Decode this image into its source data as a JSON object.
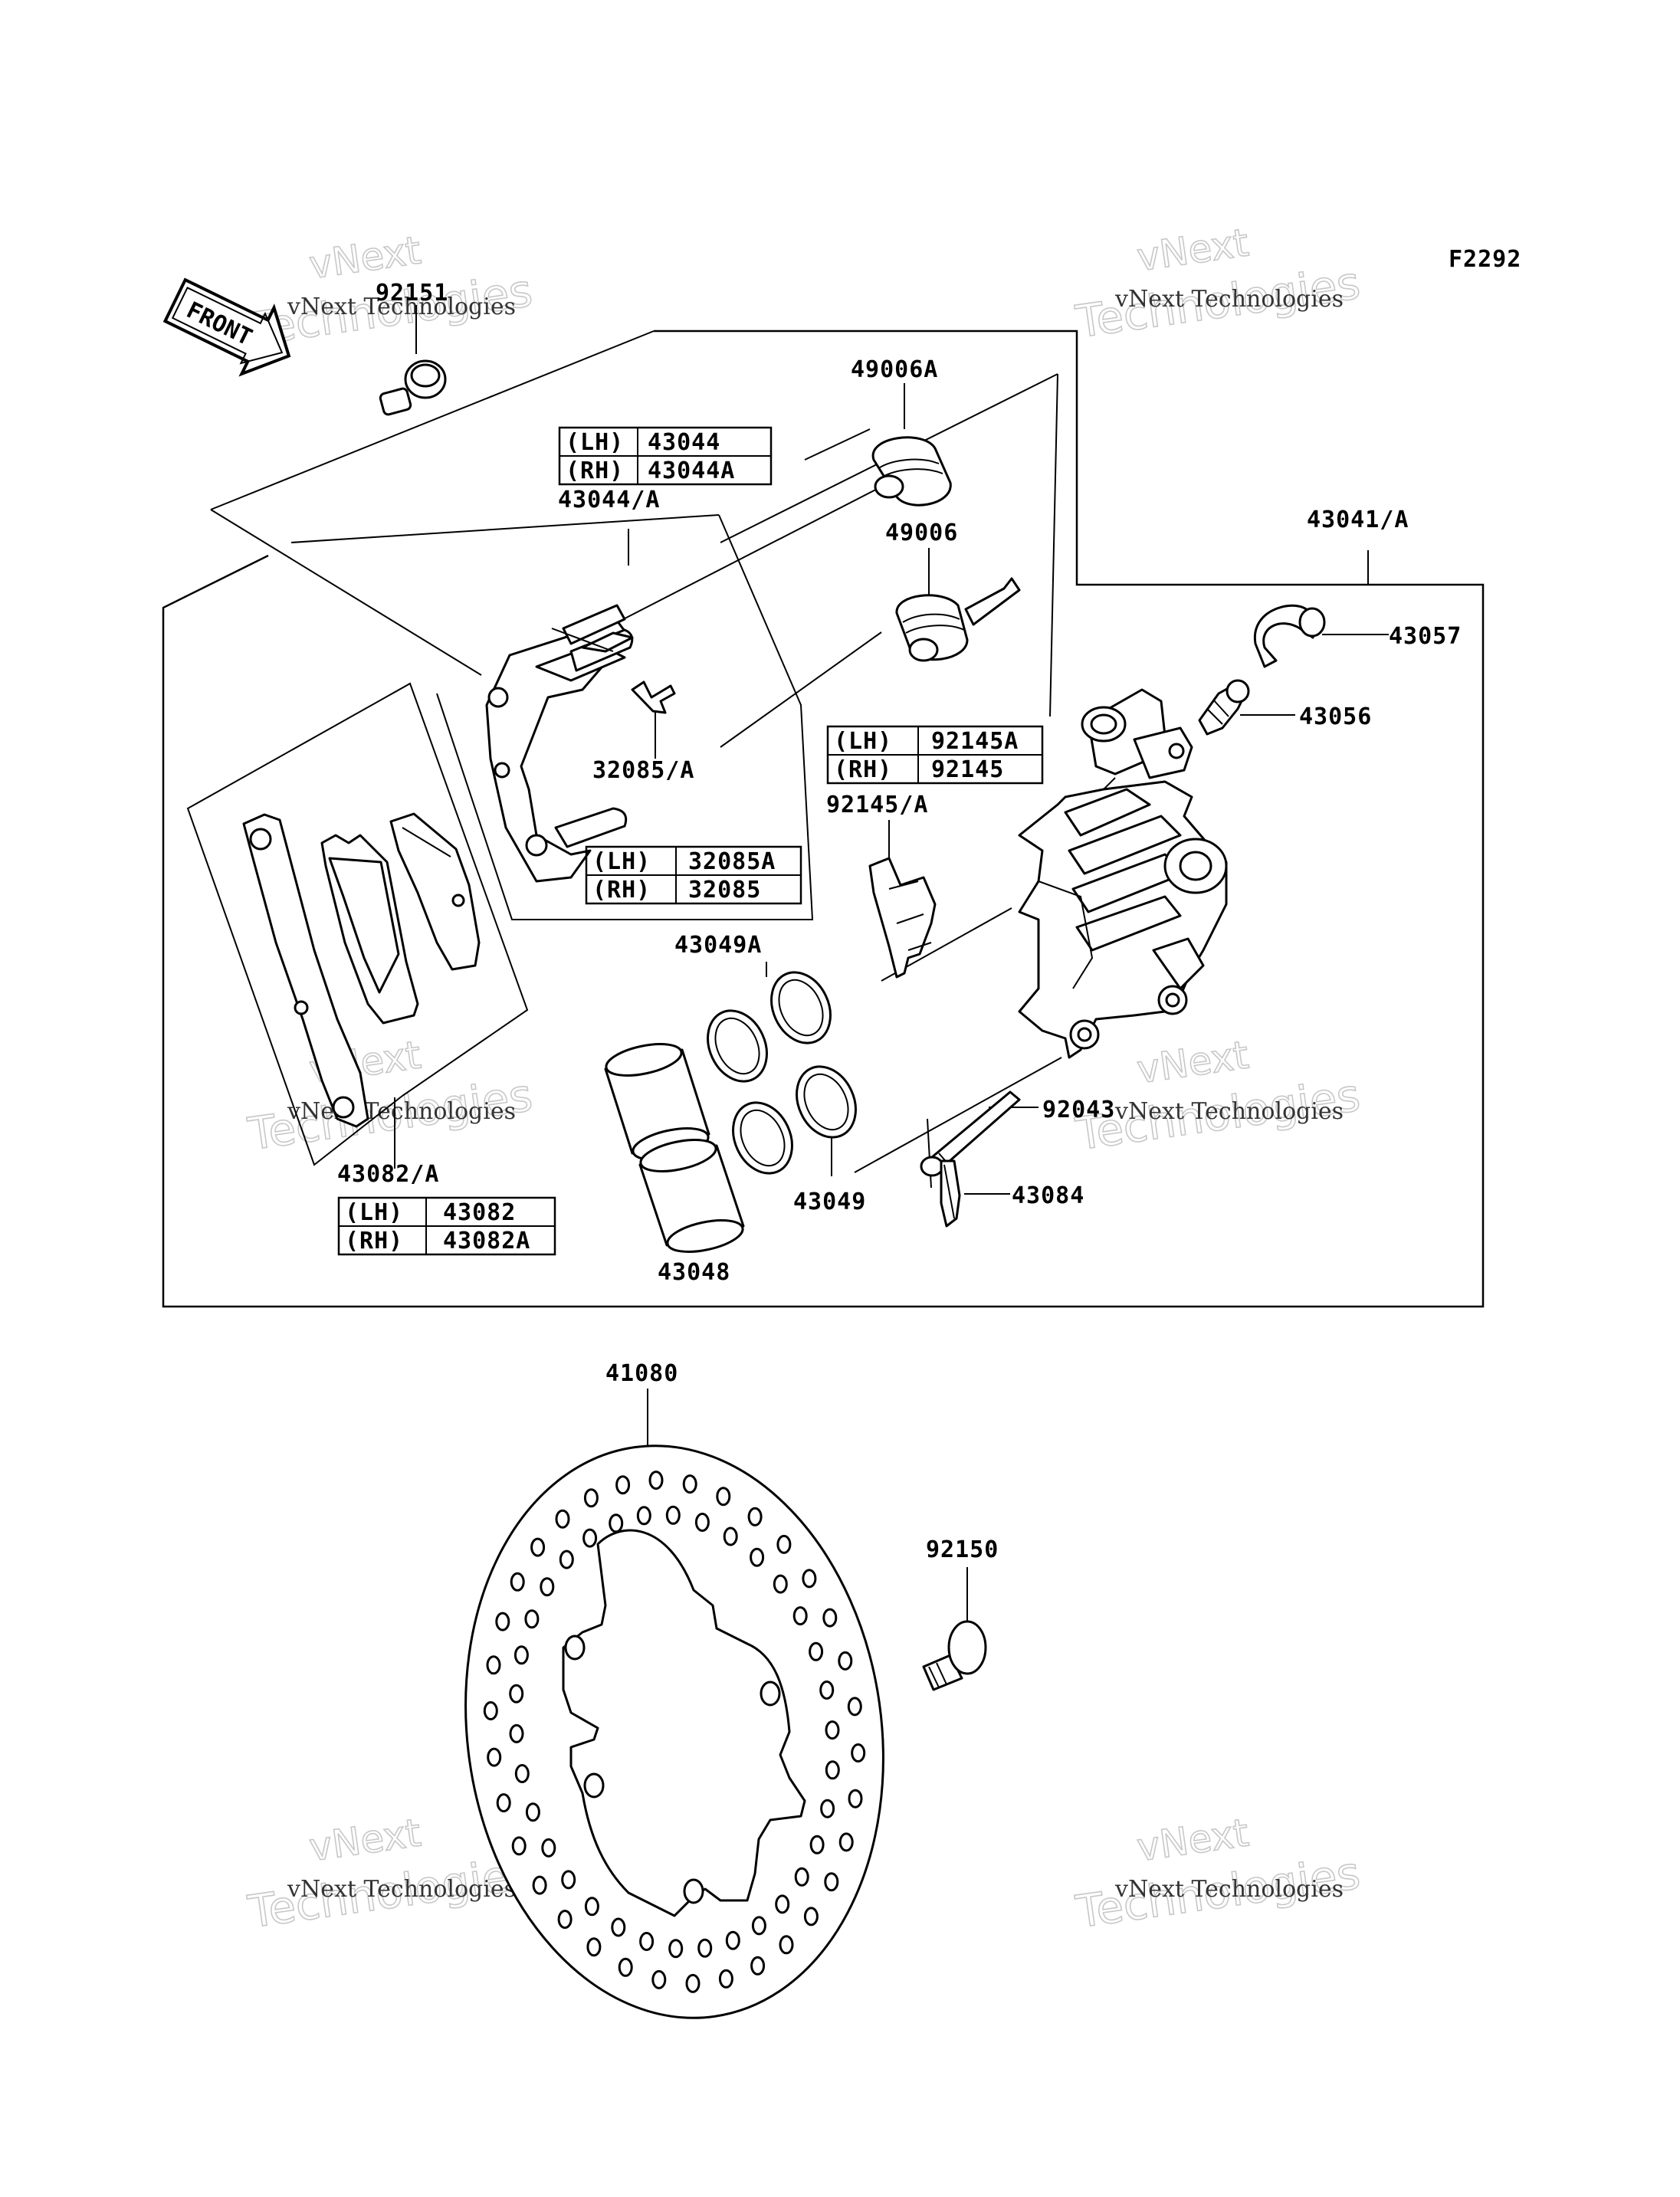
{
  "figure_code": "F2292",
  "front_label": "FRONT",
  "watermark": {
    "line1": "vNext Technologies",
    "big1": "vNext",
    "big2": "Technologies"
  },
  "labels": {
    "p92151": "92151",
    "p49006A": "49006A",
    "p43044A": "43044/A",
    "p49006": "49006",
    "p43041A": "43041/A",
    "p43057": "43057",
    "p43056": "43056",
    "p32085A": "32085/A",
    "p92145A": "92145/A",
    "p43049A": "43049A",
    "p92043": "92043",
    "p43082A": "43082/A",
    "p43084": "43084",
    "p43049": "43049",
    "p43048": "43048",
    "p41080": "41080",
    "p92150": "92150"
  },
  "tables": {
    "t43044": [
      [
        "(LH)",
        "43044"
      ],
      [
        "(RH)",
        "43044A"
      ]
    ],
    "t92145": [
      [
        "(LH)",
        "92145A"
      ],
      [
        "(RH)",
        "92145"
      ]
    ],
    "t32085": [
      [
        "(LH)",
        "32085A"
      ],
      [
        "(RH)",
        "32085"
      ]
    ],
    "t43082": [
      [
        "(LH)",
        "43082"
      ],
      [
        "(RH)",
        "43082A"
      ]
    ]
  }
}
